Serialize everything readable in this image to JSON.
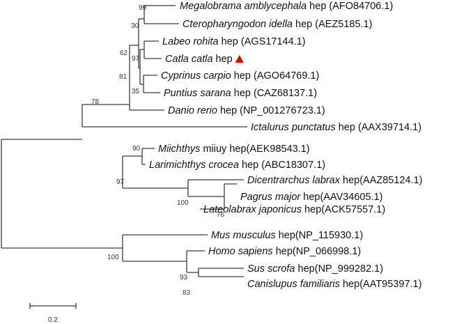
{
  "tree": {
    "taxa": [
      {
        "species": "Megalobrama amblycephala",
        "gene": " hep",
        "accession": " (AFO84706.1)",
        "marker": false
      },
      {
        "species": "Cteropharyngodon idella",
        "gene": " hep",
        "accession": " (AEZ5185.1)",
        "marker": false
      },
      {
        "species": "Labeo rohita",
        "gene": " hep",
        "accession": " (AGS17144.1)",
        "marker": false
      },
      {
        "species": "Catla catla",
        "gene": " hep",
        "accession": "",
        "marker": true
      },
      {
        "species": "Cyprinus carpio",
        "gene": " hep",
        "accession": " (AGO64769.1)",
        "marker": false
      },
      {
        "species": "Puntius sarana",
        "gene": " hep",
        "accession": " (CAZ68137.1)",
        "marker": false
      },
      {
        "species": "Danio rerio",
        "gene": " hep",
        "accession": " (NP_001276723.1)",
        "marker": false
      },
      {
        "species": "Ictalurus punctatus",
        "gene": " hep",
        "accession": " (AAX39714.1)",
        "marker": false
      },
      {
        "species": "Miichthys",
        "gene": " miiuy hep",
        "accession": "(AEK98543.1)",
        "marker": false
      },
      {
        "species": "Larimichthys crocea",
        "gene": " hep",
        "accession": " (ABC18307.1)",
        "marker": false
      },
      {
        "species": "Dicentrarchus labrax",
        "gene": " hep",
        "accession": "(AAZ85124.1)",
        "marker": false
      },
      {
        "species": "Pagrus major",
        "gene": " hep",
        "accession": "(AAV34605.1)",
        "marker": false
      },
      {
        "species": "Lateolabrax japonicus",
        "gene": " hep",
        "accession": "(ACK57557.1)",
        "marker": false
      },
      {
        "species": "Mus musculus",
        "gene": " hep",
        "accession": "(NP_115930.1)",
        "marker": false
      },
      {
        "species": "Homo sapiens",
        "gene": " hep",
        "accession": "(NP_066998.1)",
        "marker": false
      },
      {
        "species": "Sus scrofa",
        "gene": " hep",
        "accession": "(NP_999282.1)",
        "marker": false
      },
      {
        "species": "Canislupus familiaris",
        "gene": " hep",
        "accession": "(AAT95397.1)",
        "marker": false
      }
    ],
    "bootstrap": [
      "99",
      "30",
      "97",
      "62",
      "35",
      "81",
      "78",
      "90",
      "97",
      "100",
      "76",
      "100",
      "93",
      "83"
    ],
    "scale_label": "0.2",
    "marker_color": "#e00000"
  }
}
